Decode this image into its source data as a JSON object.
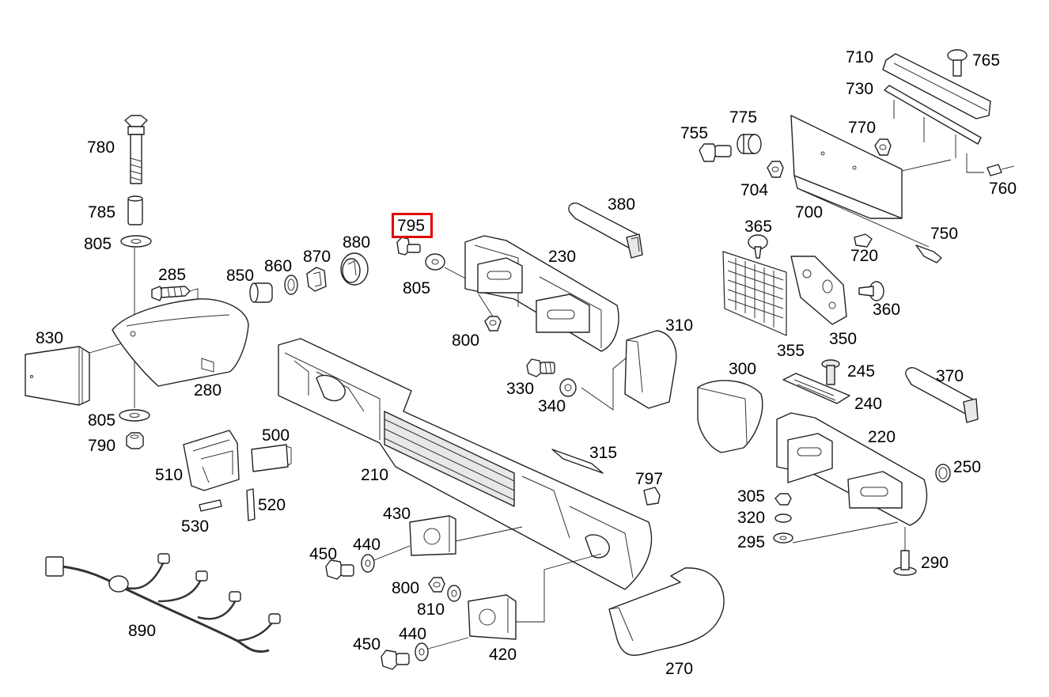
{
  "diagram": {
    "highlight_color": "#e00000",
    "highlighted_callout": "795",
    "callouts": {
      "c710": "710",
      "c765": "765",
      "c730": "730",
      "c775": "775",
      "c755": "755",
      "c770": "770",
      "c704": "704",
      "c760": "760",
      "c700": "700",
      "c750": "750",
      "c365": "365",
      "c720": "720",
      "c380": "380",
      "c795": "795",
      "c880": "880",
      "c870": "870",
      "c860": "860",
      "c850": "850",
      "c285": "285",
      "c780": "780",
      "c785": "785",
      "c805a": "805",
      "c805b": "805",
      "c805c": "805",
      "c230": "230",
      "c360": "360",
      "c800a": "800",
      "c310": "310",
      "c355": "355",
      "c350": "350",
      "c830": "830",
      "c280": "280",
      "c300": "300",
      "c245": "245",
      "c370": "370",
      "c330": "330",
      "c340": "340",
      "c240": "240",
      "c790": "790",
      "c500": "500",
      "c220": "220",
      "c510": "510",
      "c210": "210",
      "c315": "315",
      "c250": "250",
      "c797": "797",
      "c520": "520",
      "c305": "305",
      "c320": "320",
      "c530": "530",
      "c430": "430",
      "c295": "295",
      "c450a": "450",
      "c440a": "440",
      "c290": "290",
      "c800b": "800",
      "c810": "810",
      "c890": "890",
      "c440b": "440",
      "c450b": "450",
      "c420": "420",
      "c270": "270"
    }
  }
}
